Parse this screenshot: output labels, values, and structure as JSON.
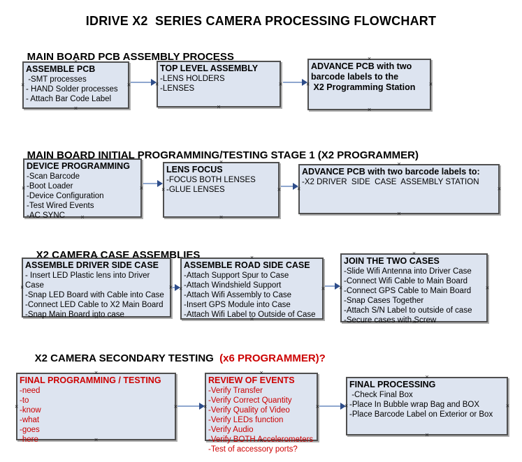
{
  "title": "IDRIVE X2  SERIES CAMERA PROCESSING FLOWCHART",
  "colors": {
    "box_fill": "#dde4f0",
    "box_border": "#4f4f4f",
    "arrow_line": "#8fa7cf",
    "arrow_head": "#2e4d8a",
    "red_text": "#cc0000",
    "text": "#000000"
  },
  "icons": {
    "connection_point": "×"
  },
  "sections": [
    {
      "header": "MAIN BOARD PCB ASSEMBLY PROCESS",
      "boxes": [
        {
          "title": "ASSEMBLE PCB",
          "lines": [
            " -SMT processes",
            "- HAND Solder processes",
            "- Attach Bar Code Label"
          ]
        },
        {
          "title": "TOP LEVEL ASSEMBLY",
          "lines": [
            "-LENS HOLDERS",
            "-LENSES"
          ]
        },
        {
          "title": "ADVANCE PCB with two\nbarcode labels to the\n X2 Programming Station",
          "lines": []
        }
      ]
    },
    {
      "header": "MAIN BOARD INITIAL PROGRAMMING/TESTING STAGE 1 (X2 PROGRAMMER)",
      "boxes": [
        {
          "title": "DEVICE PROGRAMMING",
          "lines": [
            "-Scan Barcode",
            "-Boot Loader",
            "-Device Configuration",
            "-Test Wired Events",
            "-AC SYNC"
          ]
        },
        {
          "title": "LENS FOCUS",
          "lines": [
            "-FOCUS BOTH LENSES",
            "-GLUE LENSES"
          ]
        },
        {
          "title": "ADVANCE PCB with two barcode labels to:",
          "lines": [
            "-X2 DRIVER  SIDE  CASE  ASSEMBLY STATION"
          ]
        }
      ]
    },
    {
      "header": "X2 CAMERA CASE ASSEMBLIES",
      "boxes": [
        {
          "title": "ASSEMBLE DRIVER SIDE CASE",
          "lines": [
            "- Insert LED Plastic lens into Driver Case",
            "-Snap LED Board with Cable into Case",
            "-Connect LED Cable to X2 Main Board",
            "-Snap Main Board into case"
          ]
        },
        {
          "title": "ASSEMBLE ROAD SIDE CASE",
          "lines": [
            "-Attach Support Spur to Case",
            "-Attach Windshield Support",
            "-Attach Wifi Assembly to Case",
            "-Insert GPS Module into Case",
            "-Attach Wifi Label to Outside of Case"
          ]
        },
        {
          "title": "JOIN THE TWO CASES",
          "lines": [
            "-Slide Wifi Antenna into Driver Case",
            "-Connect Wifi Cable to Main Board",
            "-Connect GPS Cable to Main Board",
            "-Snap Cases Together",
            "-Attach S/N Label to outside of case",
            "-Secure cases with Screw"
          ]
        }
      ]
    },
    {
      "header": "X2 CAMERA SECONDARY TESTING ",
      "header_red": " (x6 PROGRAMMER)?",
      "boxes": [
        {
          "title": "FINAL PROGRAMMING / TESTING",
          "lines": [
            "-need",
            "-to",
            "-know",
            "-what",
            "-goes",
            "-here"
          ]
        },
        {
          "title": "REVIEW OF EVENTS",
          "lines": [
            "-Verify Transfer",
            "-Verify Correct Quantity",
            "-Verify Quality of Video",
            "-Verify LEDs function",
            "-Verify Audio",
            "-Verify BOTH Accelerometers",
            "-Test of accessory ports?"
          ]
        },
        {
          "title": "FINAL PROCESSING",
          "lines": [
            " -Check Final Box",
            "-Place In Bubble wrap Bag and BOX",
            "-Place Barcode Label on Exterior or Box"
          ]
        }
      ]
    }
  ]
}
